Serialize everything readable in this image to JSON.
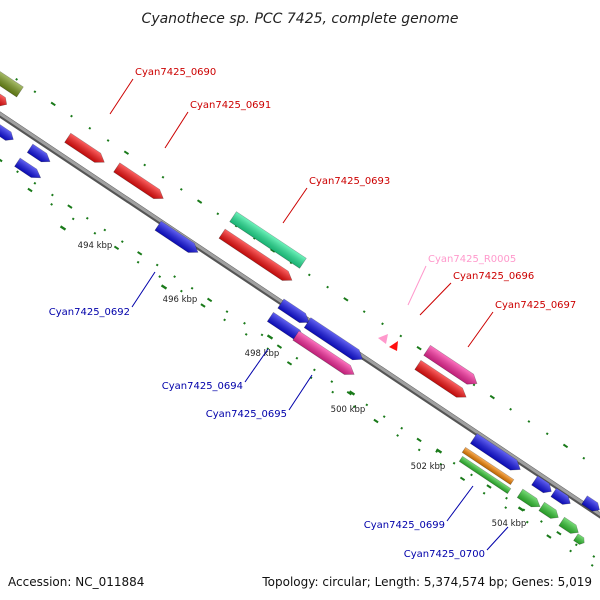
{
  "title": "Cyanothece sp. PCC 7425, complete genome",
  "footer": {
    "accession": "Accession: NC_011884",
    "topology": "Topology: circular; Length: 5,374,574 bp; Genes: 5,019"
  },
  "colors": {
    "backbone": "#888888",
    "tick": "#1a7a1a",
    "label_top": "#cc0000",
    "label_bottom": "#0000aa",
    "label_rna": "#ff99cc"
  },
  "ticks": [
    {
      "label": "494 kbp"
    },
    {
      "label": "496 kbp"
    },
    {
      "label": "498 kbp"
    },
    {
      "label": "500 kbp"
    },
    {
      "label": "502 kbp"
    },
    {
      "label": "504 kbp"
    }
  ],
  "gene_labels": [
    {
      "text": "Cyan7425_0690",
      "color_role": "label_top"
    },
    {
      "text": "Cyan7425_0691",
      "color_role": "label_top"
    },
    {
      "text": "Cyan7425_0693",
      "color_role": "label_top"
    },
    {
      "text": "Cyan7425_R0005",
      "color_role": "label_rna"
    },
    {
      "text": "Cyan7425_0696",
      "color_role": "label_top"
    },
    {
      "text": "Cyan7425_0697",
      "color_role": "label_top"
    },
    {
      "text": "Cyan7425_0692",
      "color_role": "label_bottom"
    },
    {
      "text": "Cyan7425_0694",
      "color_role": "label_bottom"
    },
    {
      "text": "Cyan7425_0695",
      "color_role": "label_bottom"
    },
    {
      "text": "Cyan7425_0699",
      "color_role": "label_bottom"
    },
    {
      "text": "Cyan7425_0700",
      "color_role": "label_bottom"
    }
  ]
}
